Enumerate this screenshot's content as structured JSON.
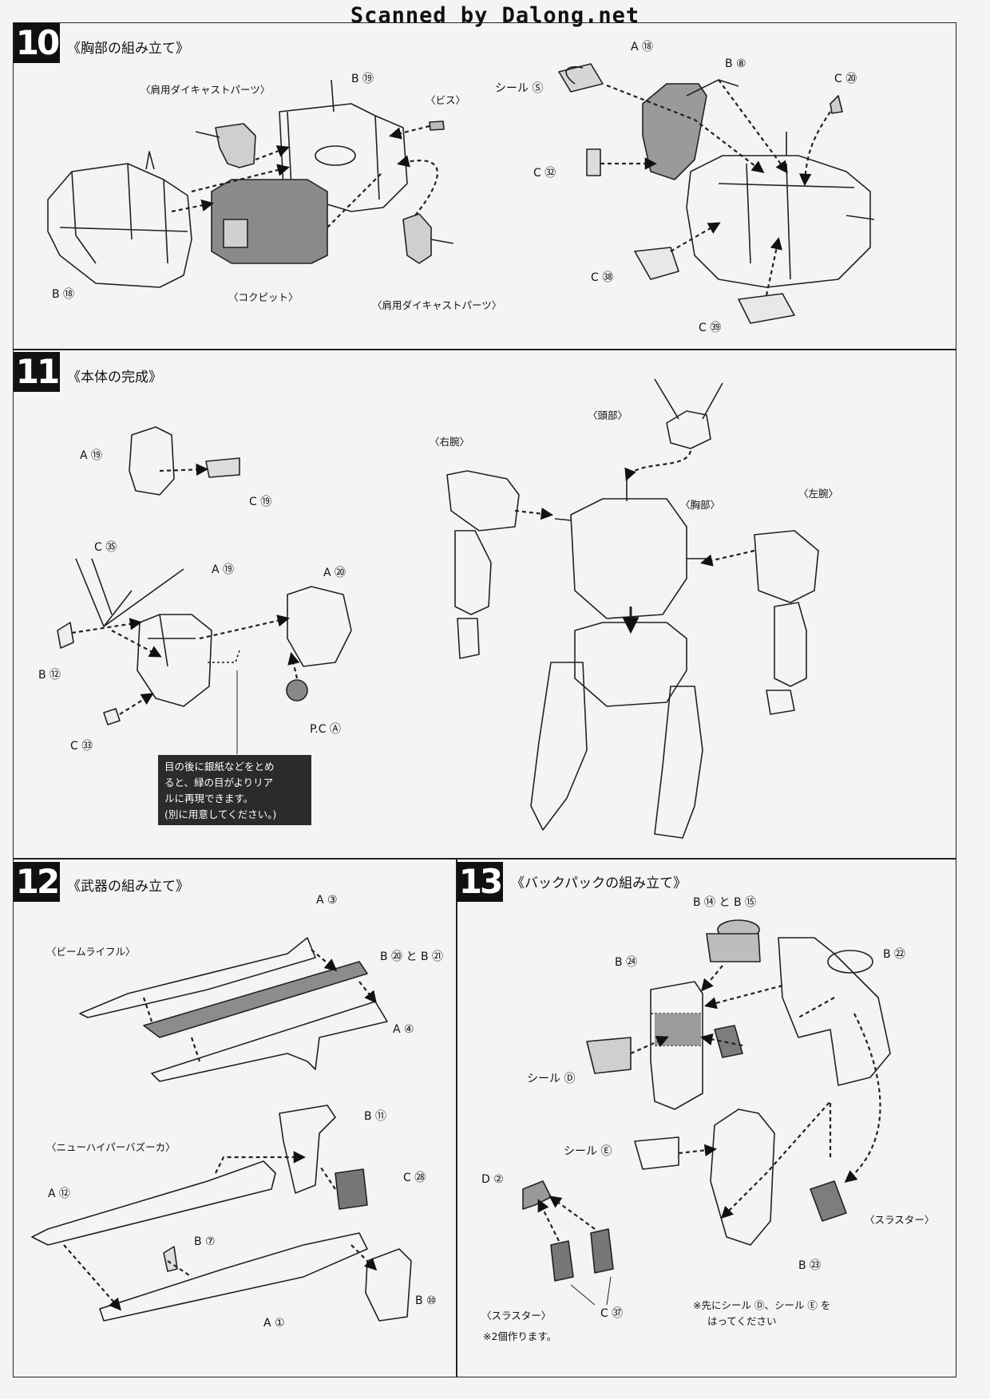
{
  "header": "Scanned by Dalong.net",
  "steps": [
    {
      "number": "10",
      "title": "《胸部の組み立て》",
      "labels": {
        "b19": "B ⑲",
        "shoulder_cast_top": "〈肩用ダイキャストパーツ〉",
        "screw": "〈ビス〉",
        "b18": "B ⑱",
        "cockpit": "〈コクピット〉",
        "shoulder_cast_bottom": "〈肩用ダイキャストパーツ〉",
        "a18": "A ⑱",
        "seal_s": "シール Ⓢ",
        "b8": "B ⑧",
        "c20": "C ⑳",
        "c32": "C ㉜",
        "c38": "C ㊳",
        "c39": "C ㊴"
      }
    },
    {
      "number": "11",
      "title": "《本体の完成》",
      "labels": {
        "a19_top": "A ⑲",
        "c19": "C ⑲",
        "c35": "C ㉟",
        "a19": "A ⑲",
        "a20": "A ⑳",
        "b12": "B ⑫",
        "c33": "C ㉝",
        "pca": "P.C Ⓐ",
        "head": "〈頭部〉",
        "right_arm": "〈右腕〉",
        "chest": "〈胸部〉",
        "left_arm": "〈左腕〉"
      },
      "note": [
        "目の後に銀紙などをとめ",
        "ると、緑の目がよりリア",
        "ルに再現できます。",
        "(別に用意してください。)"
      ]
    },
    {
      "number": "12",
      "title": "《武器の組み立て》",
      "labels": {
        "a3": "A ③",
        "beam_rifle": "〈ビームライフル〉",
        "b20_b21": "B ⑳ と B ㉑",
        "a4": "A ④",
        "b11": "B ⑪",
        "hyper_bazooka": "〈ニューハイパーバズーカ〉",
        "a12": "A ⑫",
        "c28": "C ㉘",
        "b7": "B ⑦",
        "b10": "B ⑩",
        "a1": "A ①"
      }
    },
    {
      "number": "13",
      "title": "《バックパックの組み立て》",
      "labels": {
        "b14_b15": "B ⑭ と B ⑮",
        "b24": "B ㉔",
        "b22": "B ㉒",
        "seal_d": "シール Ⓓ",
        "seal_e": "シール Ⓔ",
        "d2": "D ②",
        "thruster_right": "〈スラスター〉",
        "b23": "B ㉓",
        "c37": "C ㊲",
        "thruster_left": "〈スラスター〉",
        "make_two": "※2個作ります。",
        "note1": "※先にシール Ⓓ、シール Ⓔ を",
        "note2": "はってください"
      }
    }
  ]
}
